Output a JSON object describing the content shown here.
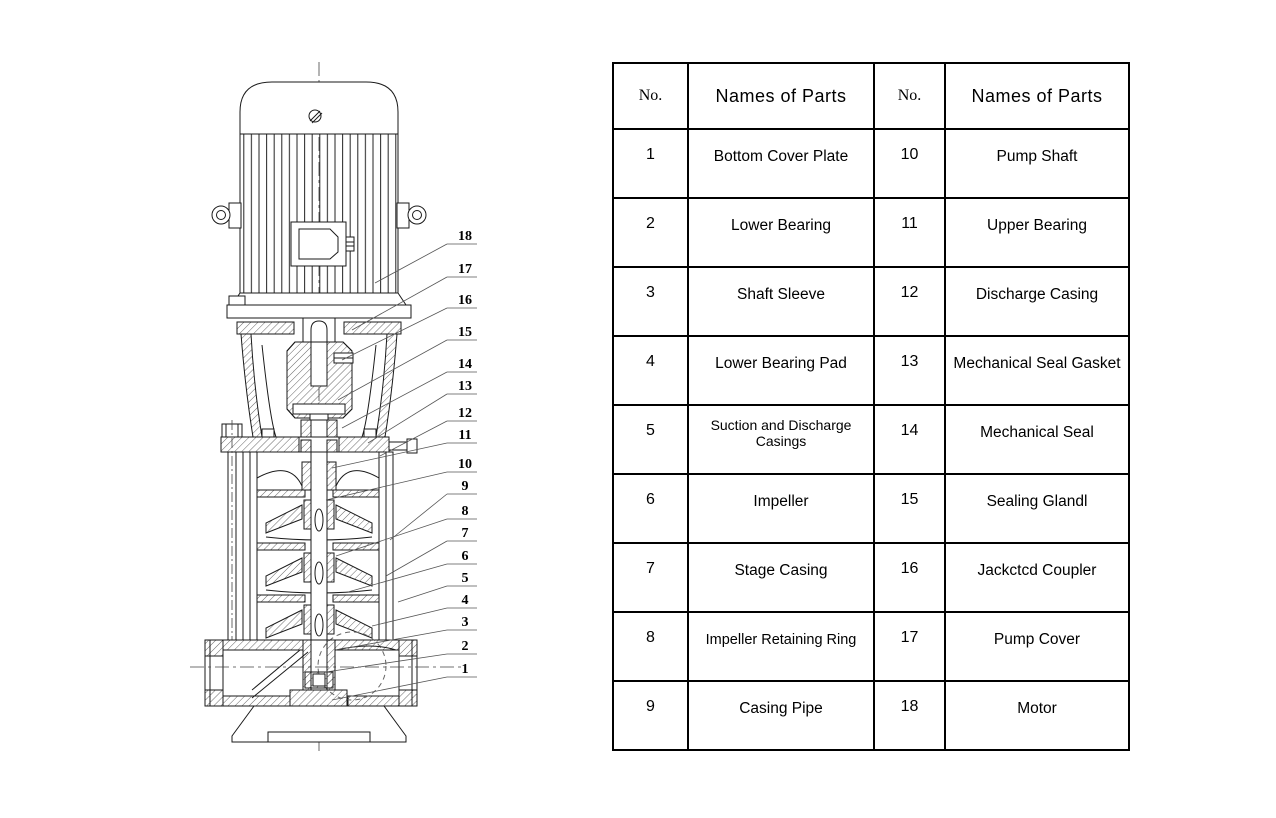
{
  "page": {
    "background": "#ffffff",
    "line_color": "#1a1a1a"
  },
  "diagram": {
    "title": "vertical-multistage-pump-cross-section",
    "callouts": [
      "1",
      "2",
      "3",
      "4",
      "5",
      "6",
      "7",
      "8",
      "9",
      "10",
      "11",
      "12",
      "13",
      "14",
      "15",
      "16",
      "17",
      "18"
    ]
  },
  "table": {
    "headers": {
      "no1": "No.",
      "names1": "Names of Parts",
      "no2": "No.",
      "names2": "Names of Parts"
    },
    "rows": [
      {
        "no1": "1",
        "name1": "Bottom Cover Plate",
        "no2": "10",
        "name2": "Pump Shaft"
      },
      {
        "no1": "2",
        "name1": "Lower Bearing",
        "no2": "11",
        "name2": "Upper Bearing"
      },
      {
        "no1": "3",
        "name1": "Shaft Sleeve",
        "no2": "12",
        "name2": "Discharge Casing"
      },
      {
        "no1": "4",
        "name1": "Lower Bearing Pad",
        "no2": "13",
        "name2": "Mechanical Seal Gasket"
      },
      {
        "no1": "5",
        "name1": "Suction and Discharge Casings",
        "no2": "14",
        "name2": "Mechanical Seal"
      },
      {
        "no1": "6",
        "name1": "Impeller",
        "no2": "15",
        "name2": "Sealing Glandl"
      },
      {
        "no1": "7",
        "name1": "Stage Casing",
        "no2": "16",
        "name2": "Jackctcd Coupler"
      },
      {
        "no1": "8",
        "name1": "Impeller Retaining Ring",
        "no2": "17",
        "name2": "Pump Cover"
      },
      {
        "no1": "9",
        "name1": "Casing Pipe",
        "no2": "18",
        "name2": "Motor"
      }
    ]
  }
}
